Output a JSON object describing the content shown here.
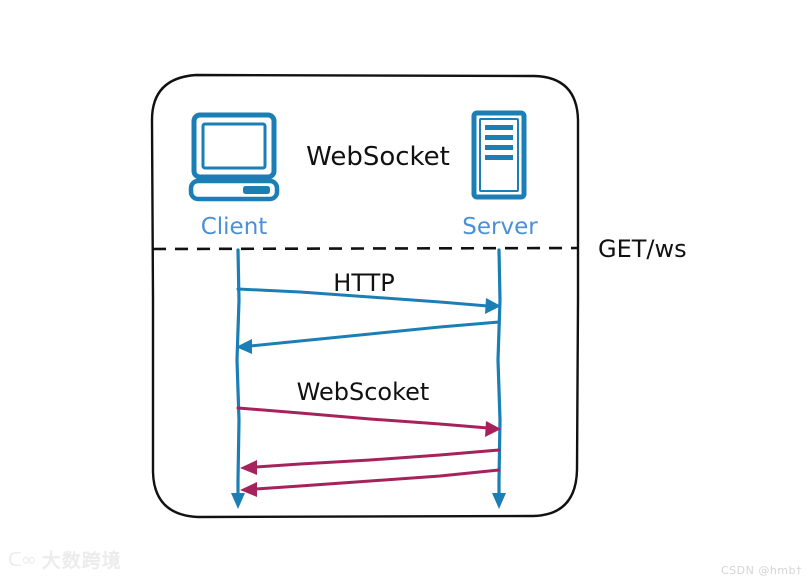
{
  "diagram": {
    "title": "WebSocket",
    "boundary_label": "GET/ws",
    "nodes": {
      "client": {
        "label": "Client",
        "icon": "desktop-computer-icon"
      },
      "server": {
        "label": "Server",
        "icon": "server-tower-icon"
      }
    },
    "phases": [
      {
        "label": "HTTP",
        "protocol": "http",
        "color": "#1b7fb5",
        "messages": [
          {
            "direction": "client-to-server",
            "order": 1
          },
          {
            "direction": "server-to-client",
            "order": 2
          }
        ]
      },
      {
        "label": "WebScoket",
        "protocol": "websocket",
        "color": "#a6225c",
        "messages": [
          {
            "direction": "client-to-server",
            "order": 1
          },
          {
            "direction": "server-to-client",
            "order": 2
          },
          {
            "direction": "server-to-client",
            "order": 3
          }
        ]
      }
    ],
    "colors": {
      "accent_blue": "#1b7fb5",
      "label_blue": "#4a90d9",
      "accent_magenta": "#a6225c",
      "outline_black": "#111111",
      "background": "#ffffff"
    }
  },
  "watermarks": {
    "bottom_left_logo": "ᑕ∞",
    "bottom_left_text": "大数跨境",
    "bottom_right_text": "CSDN @hmb†"
  }
}
